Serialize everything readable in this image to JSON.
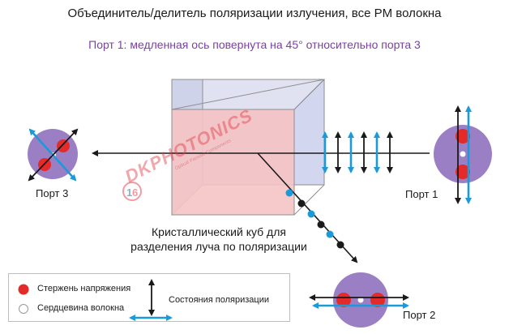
{
  "title": "Объединитель/делитель поляризации излучения, все PM волокна",
  "subtitle": "Порт 1: медленная ось повернута на 45° относительно порта 3",
  "ports": {
    "port3": "Порт 3",
    "port1": "Порт 1",
    "port2": "Порт 2"
  },
  "cube_label": "Кристаллический куб для разделения луча по поляризации",
  "legend": {
    "stress_rod": "Стержень напряжения",
    "fiber_core": "Сердцевина волокна",
    "polarization_states": "Состояния поляризации"
  },
  "watermark": {
    "brand": "DKPHOTONICS",
    "tagline": "Optical Passive Components"
  },
  "colors": {
    "fiber_fill": "#9b7fc4",
    "stress_rod": "#e52a2a",
    "core": "#ffffff",
    "blue_arrow": "#1a9ad8",
    "black_arrow": "#1a1a1a",
    "cube_front": "#f6c6c6",
    "cube_back": "#ccd1ea"
  }
}
